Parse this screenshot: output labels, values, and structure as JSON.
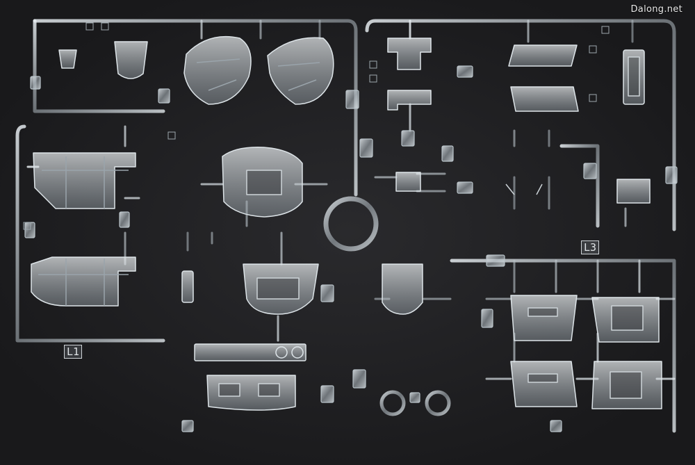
{
  "photo": {
    "watermark": "Dalong.net",
    "subject": "clear-plastic-model-kit-runner"
  },
  "runners": [
    {
      "id": "left",
      "label": "L1"
    },
    {
      "id": "right",
      "label": "L3"
    }
  ],
  "colors": {
    "background": "#1c1c1e",
    "plastic": "#c9d2d8",
    "plastic_shadow": "#8e979e"
  }
}
